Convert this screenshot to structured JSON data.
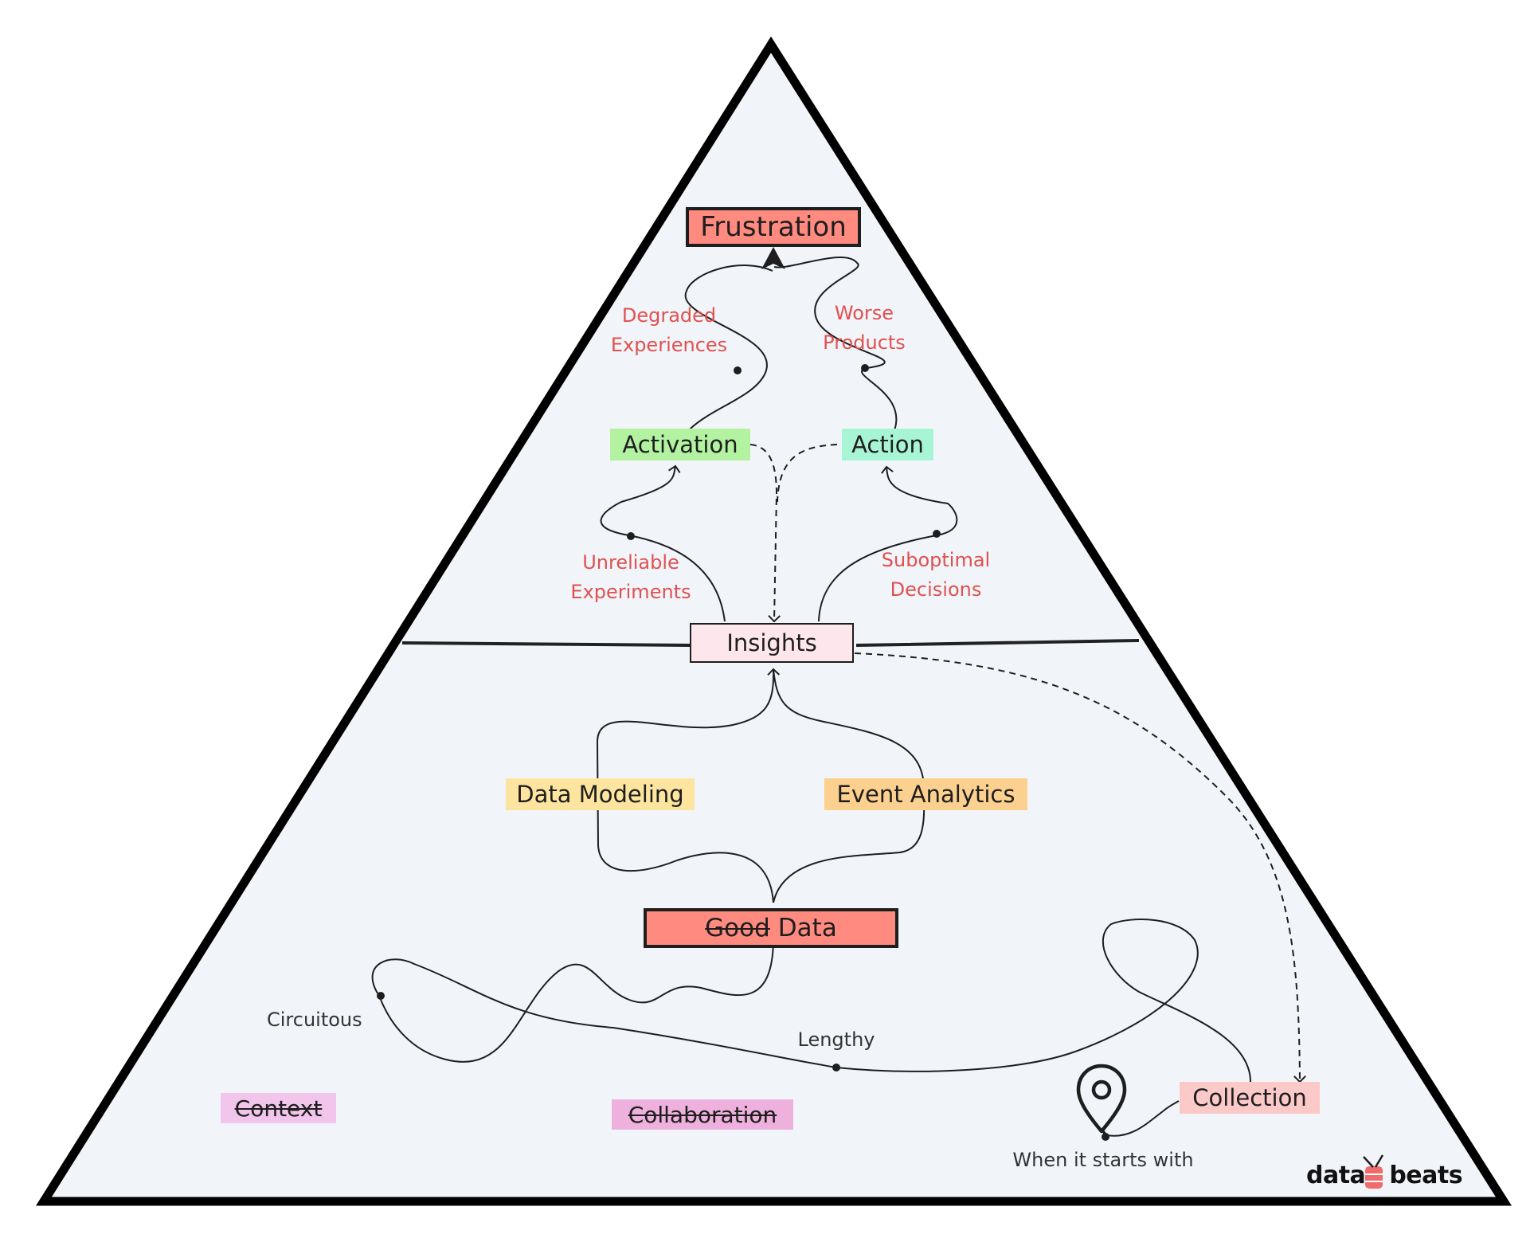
{
  "diagram": {
    "top": {
      "frustration": "Frustration",
      "activation": "Activation",
      "action": "Action",
      "insights": "Insights"
    },
    "paths": {
      "degraded": [
        "Degraded",
        "Experiences"
      ],
      "worse": [
        "Worse",
        "Products"
      ],
      "unreliable": [
        "Unreliable",
        "Experiments"
      ],
      "suboptimal": [
        "Suboptimal",
        "Decisions"
      ]
    },
    "bottom": {
      "data_modeling": "Data Modeling",
      "event_analytics": "Event Analytics",
      "good_struck": "Good",
      "data": "Data",
      "circuitous": "Circuitous",
      "lengthy": "Lengthy",
      "context": "Context",
      "collaboration": "Collaboration",
      "collection": "Collection",
      "starts_with": "When it starts with"
    },
    "logo": {
      "left": "data",
      "right": "beats"
    },
    "colors": {
      "frustration": "#ff8a80",
      "activation": "#b2f2a0",
      "action": "#a8f5d5",
      "insights": "#fde6ec",
      "data_modeling": "#fde5a0",
      "event_analytics": "#fcd08f",
      "good_data": "#ff8a80",
      "context": "#f2c5ec",
      "collaboration": "#eeb0dc",
      "collection": "#fcc9c9",
      "pyramid_fill": "#f1f5fa",
      "red_text": "#e0514f"
    }
  }
}
